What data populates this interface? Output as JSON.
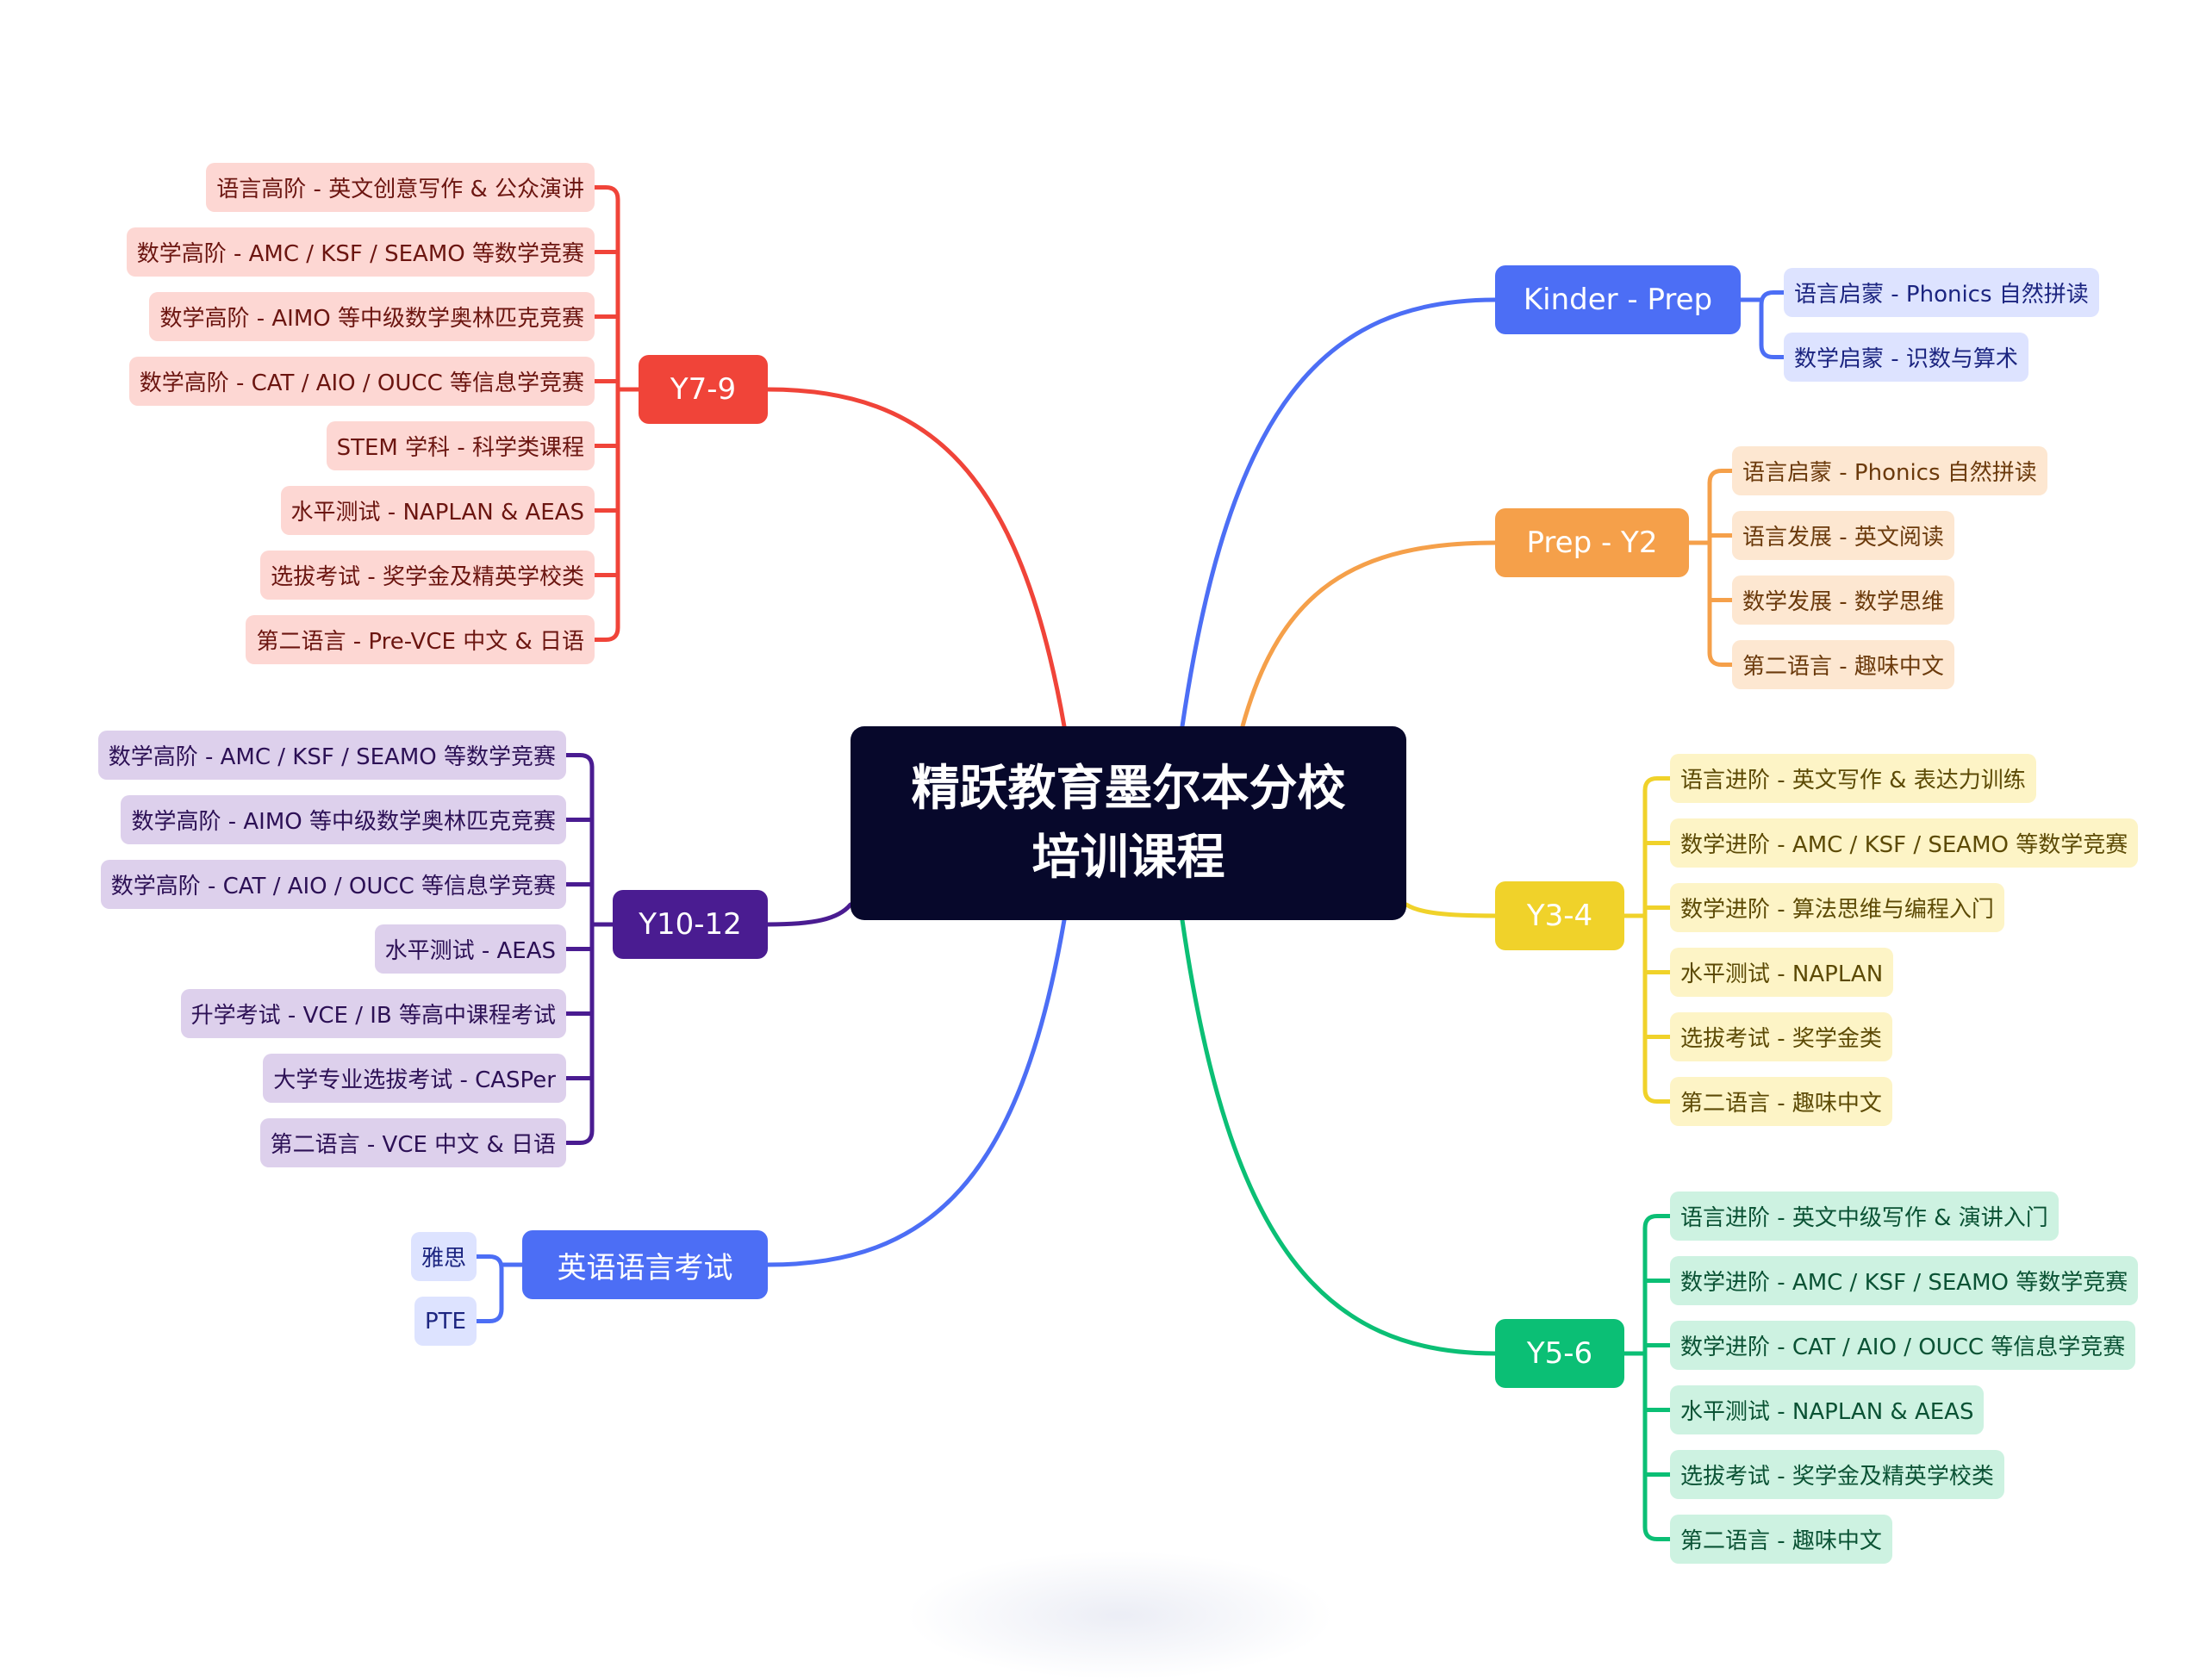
{
  "root": {
    "title_line1": "精跃教育墨尔本分校",
    "title_line2": "培训课程"
  },
  "branches": [
    {
      "id": "kinder-prep",
      "label": "Kinder - Prep",
      "color": "#4c6ef5",
      "leaf_bg": "#dde3ff",
      "leaf_text": "#1c2580",
      "items": [
        "语言启蒙 - Phonics 自然拼读",
        "数学启蒙 - 识数与算术"
      ]
    },
    {
      "id": "prep-y2",
      "label": "Prep - Y2",
      "color": "#f5a04a",
      "leaf_bg": "#fde7d1",
      "leaf_text": "#6b3a0c",
      "items": [
        "语言启蒙 - Phonics 自然拼读",
        "语言发展 - 英文阅读",
        "数学发展 - 数学思维",
        "第二语言 - 趣味中文"
      ]
    },
    {
      "id": "y3-4",
      "label": "Y3-4",
      "color": "#f0d22a",
      "leaf_bg": "#fdf4c6",
      "leaf_text": "#5c4a05",
      "items": [
        "语言进阶 - 英文写作 & 表达力训练",
        "数学进阶 - AMC / KSF / SEAMO 等数学竞赛",
        "数学进阶 - 算法思维与编程入门",
        "水平测试 - NAPLAN",
        "选拔考试 - 奖学金类",
        "第二语言 - 趣味中文"
      ]
    },
    {
      "id": "y5-6",
      "label": "Y5-6",
      "color": "#0bbf75",
      "leaf_bg": "#cdf2e1",
      "leaf_text": "#0a5234",
      "items": [
        "语言进阶 - 英文中级写作 & 演讲入门",
        "数学进阶 - AMC / KSF / SEAMO 等数学竞赛",
        "数学进阶 - CAT / AIO / OUCC 等信息学竞赛",
        "水平测试 - NAPLAN & AEAS",
        "选拔考试 - 奖学金及精英学校类",
        "第二语言 - 趣味中文"
      ]
    },
    {
      "id": "y7-9",
      "label": "Y7-9",
      "color": "#f04439",
      "leaf_bg": "#fdd7d3",
      "leaf_text": "#6b1510",
      "items": [
        "语言高阶 - 英文创意写作 & 公众演讲",
        "数学高阶 - AMC / KSF / SEAMO 等数学竞赛",
        "数学高阶 - AIMO 等中级数学奥林匹克竞赛",
        "数学高阶 - CAT / AIO / OUCC 等信息学竞赛",
        "STEM 学科 - 科学类课程",
        "水平测试 - NAPLAN & AEAS",
        "选拔考试 - 奖学金及精英学校类",
        "第二语言 - Pre-VCE 中文 & 日语"
      ]
    },
    {
      "id": "y10-12",
      "label": "Y10-12",
      "color": "#4a1c91",
      "leaf_bg": "#ddd0ec",
      "leaf_text": "#2c1055",
      "items": [
        "数学高阶 - AMC / KSF / SEAMO 等数学竞赛",
        "数学高阶 - AIMO 等中级数学奥林匹克竞赛",
        "数学高阶 - CAT / AIO / OUCC 等信息学竞赛",
        "水平测试 - AEAS",
        "升学考试 - VCE / IB 等高中课程考试",
        "大学专业选拔考试 - CASPer",
        "第二语言 - VCE 中文 & 日语"
      ]
    },
    {
      "id": "english-exams",
      "label": "英语语言考试",
      "color": "#4c6ef5",
      "leaf_bg": "#dde3ff",
      "leaf_text": "#1c2580",
      "items": [
        "雅思",
        "PTE"
      ]
    }
  ]
}
